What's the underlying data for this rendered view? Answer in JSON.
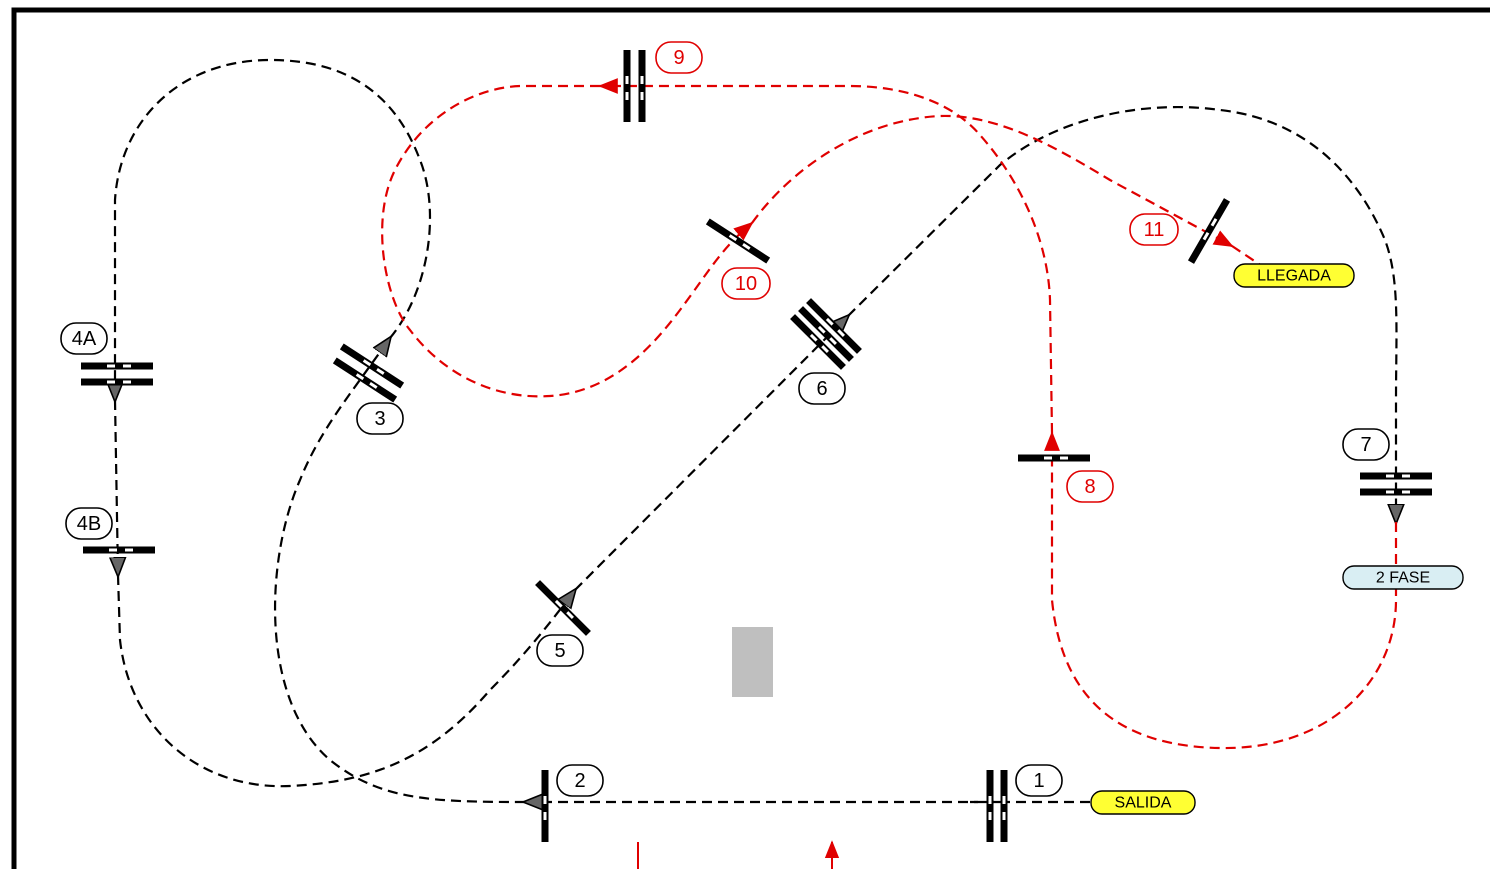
{
  "course": {
    "obstacles": [
      {
        "id": "o1",
        "label": "1"
      },
      {
        "id": "o2",
        "label": "2"
      },
      {
        "id": "o3",
        "label": "3"
      },
      {
        "id": "o4a",
        "label": "4A"
      },
      {
        "id": "o4b",
        "label": "4B"
      },
      {
        "id": "o5",
        "label": "5"
      },
      {
        "id": "o6",
        "label": "6"
      },
      {
        "id": "o7",
        "label": "7"
      },
      {
        "id": "o8",
        "label": "8"
      },
      {
        "id": "o9",
        "label": "9"
      },
      {
        "id": "o10",
        "label": "10"
      },
      {
        "id": "o11",
        "label": "11"
      }
    ],
    "start_label": "SALIDA",
    "finish_label": "LLEGADA",
    "phase2_label": "2 FASE"
  },
  "colors": {
    "phase1_path": "#000000",
    "phase2_path": "#e00000",
    "start_badge": "#ffff33",
    "finish_badge": "#ffff33",
    "phase2_badge": "#d9eef3",
    "obstacle_block": "#bfbfbf"
  }
}
